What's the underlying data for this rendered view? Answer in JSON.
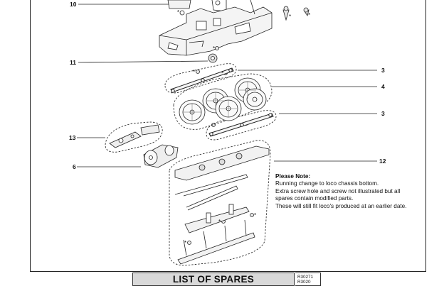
{
  "callouts": {
    "c10": "10",
    "c11": "11",
    "c3a": "3",
    "c4": "4",
    "c3b": "3",
    "c13": "13",
    "c6": "6",
    "c12": "12"
  },
  "note": {
    "heading": "Please Note:",
    "lines": [
      "Running change to loco chassis bottom.",
      "Extra screw hole and screw not illustrated but all",
      "spares contain modified parts.",
      "These will still fit loco's produced at an earlier date."
    ]
  },
  "footer": {
    "title": "LIST OF SPARES",
    "codes": [
      "R30271",
      "R3020"
    ]
  },
  "markers": {
    "asterisk": "*"
  }
}
